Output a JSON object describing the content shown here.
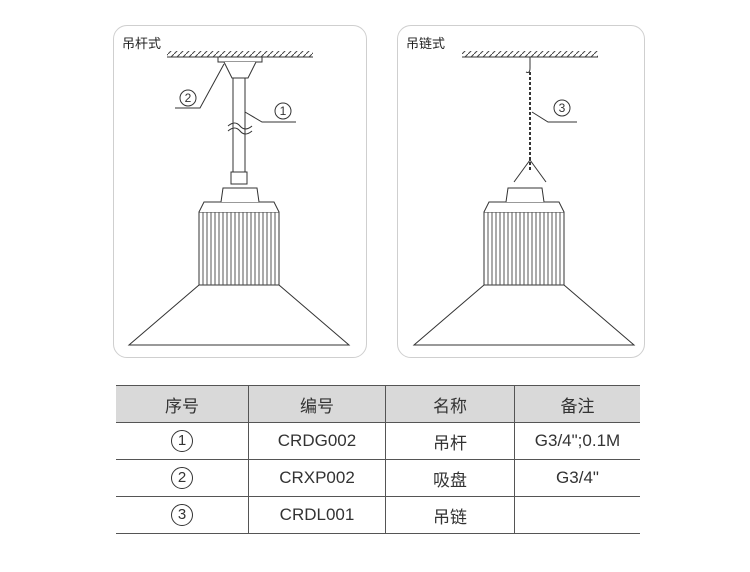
{
  "diagrams": [
    {
      "title": "吊杆式",
      "callouts": [
        "②",
        "①"
      ]
    },
    {
      "title": "吊链式",
      "callouts": [
        "③"
      ]
    }
  ],
  "table": {
    "headers": [
      "序号",
      "编号",
      "名称",
      "备注"
    ],
    "rows": [
      {
        "index": "1",
        "code": "CRDG002",
        "name": "吊杆",
        "note": "G3/4\";0.1M"
      },
      {
        "index": "2",
        "code": "CRXP002",
        "name": "吸盘",
        "note": "G3/4\""
      },
      {
        "index": "3",
        "code": "CRDL001",
        "name": "吊链",
        "note": ""
      }
    ]
  }
}
